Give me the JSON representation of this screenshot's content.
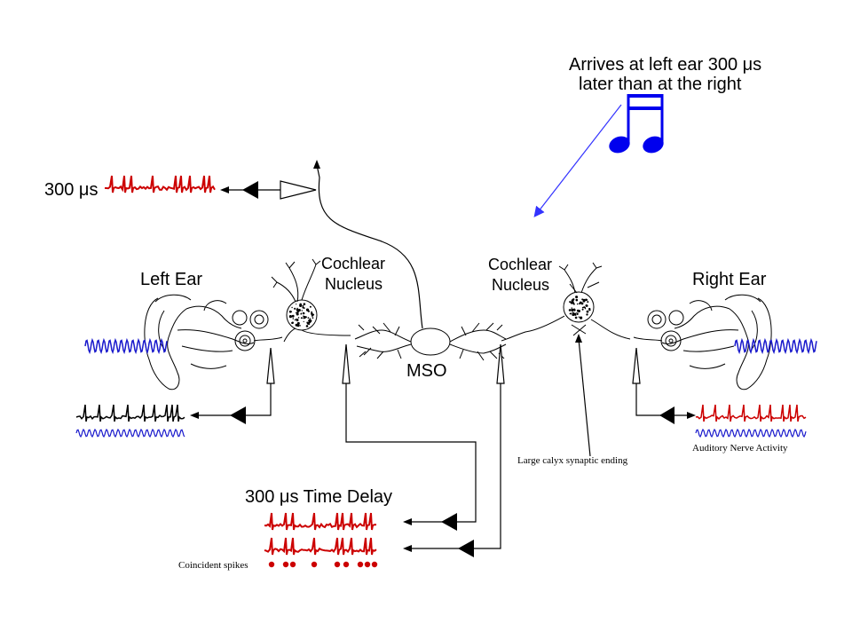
{
  "labels": {
    "note_line1": "Arrives at left ear 300 μs",
    "note_line2": "later than at the right",
    "top_delay": "300 μs",
    "left_ear": "Left Ear",
    "right_ear": "Right Ear",
    "cn_left_line1": "Cochlear",
    "cn_left_line2": "Nucleus",
    "cn_right_line1": "Cochlear",
    "cn_right_line2": "Nucleus",
    "mso": "MSO",
    "calyx": "Large calyx synaptic ending",
    "auditory_nerve": "Auditory Nerve Activity",
    "time_delay": "300 μs Time Delay",
    "coincident": "Coincident spikes"
  },
  "colors": {
    "spike_red": "#cc0000",
    "wave_blue": "#1a1acc",
    "note_blue": "#0000ee",
    "arrow_blue": "#3333ff",
    "line": "#000000"
  },
  "icons": {
    "music_note": "beamed-eighth-notes-icon",
    "ear": "ear-anatomy-icon",
    "neuron": "neuron-icon"
  }
}
